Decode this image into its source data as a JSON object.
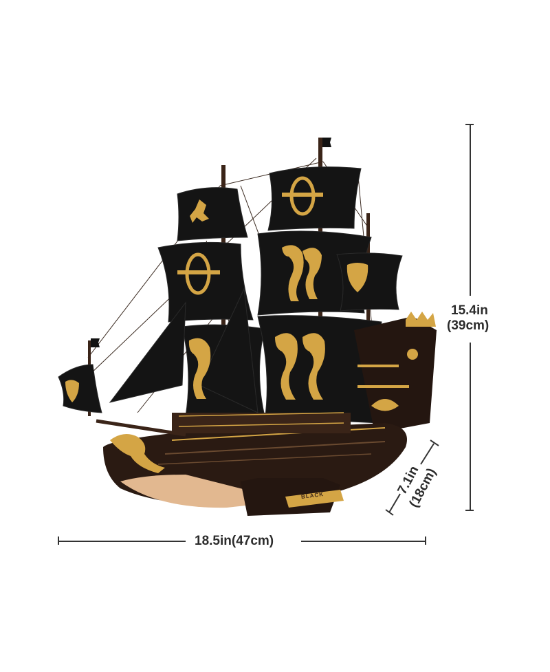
{
  "dimensions": {
    "width_label": "18.5in(47cm)",
    "height_label_in": "15.4in",
    "height_label_cm": "(39cm)",
    "depth_label_in": "7.1in",
    "depth_label_cm": "(18cm)"
  },
  "plaque_text": "BLACK",
  "colors": {
    "sail": "#111111",
    "gold": "#d4a545",
    "wood": "#3a2418",
    "hull_light": "#e2b890",
    "line": "#333333"
  }
}
